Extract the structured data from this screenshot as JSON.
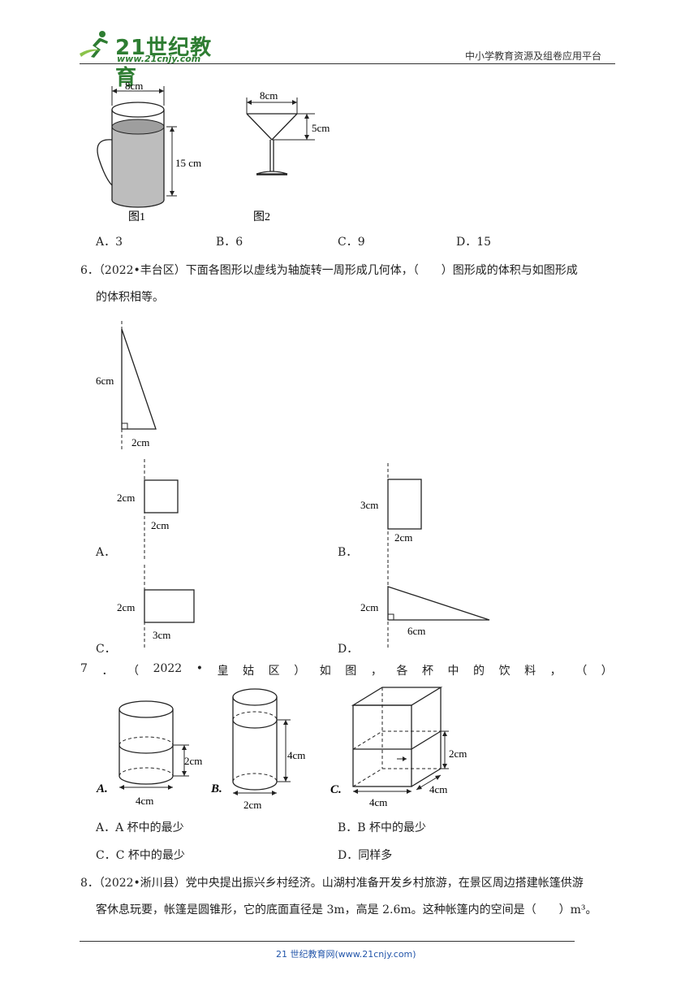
{
  "header": {
    "logo_text": "21世纪教育",
    "logo_url": "www.21cnjy.com",
    "platform": "中小学教育资源及组卷应用平台"
  },
  "q5": {
    "fig1": {
      "width_label": "8cm",
      "height_label": "15 cm",
      "caption": "图1"
    },
    "fig2": {
      "width_label": "8cm",
      "height_label": "5cm",
      "caption": "图2"
    },
    "options": [
      "A．3",
      "B．6",
      "C．9",
      "D．15"
    ]
  },
  "q6": {
    "stem_line1": "6．（2022•丰台区）下面各图形以虚线为轴旋转一周形成几何体，（　　）图形成的体积与如图形成",
    "stem_line2": "的体积相等。",
    "main_fig": {
      "height_label": "6cm",
      "base_label": "2cm"
    },
    "opt_a": {
      "letter": "A．",
      "h": "2cm",
      "w": "2cm"
    },
    "opt_b": {
      "letter": "B．",
      "h": "3cm",
      "w": "2cm"
    },
    "opt_c": {
      "letter": "C．",
      "h": "2cm",
      "w": "3cm"
    },
    "opt_d": {
      "letter": "D．",
      "h": "2cm",
      "w": "6cm"
    }
  },
  "q7": {
    "stem_tokens": [
      "7",
      "．",
      "（",
      "2022",
      "•",
      "皇",
      "姑",
      "区",
      "）",
      "如",
      "图",
      "，",
      "各",
      "杯",
      "中",
      "的",
      "饮",
      "料",
      "，",
      "（",
      "）"
    ],
    "cup_a": {
      "letter": "A.",
      "h": "2cm",
      "w": "4cm"
    },
    "cup_b": {
      "letter": "B.",
      "h": "4cm",
      "w": "2cm"
    },
    "cup_c": {
      "letter": "C.",
      "h": "2cm",
      "w": "4cm",
      "d": "4cm"
    },
    "options": [
      "A．A 杯中的最少",
      "B．B 杯中的最少",
      "C．C 杯中的最少",
      "D．同样多"
    ]
  },
  "q8": {
    "line1": "8．（2022•淅川县）党中央提出振兴乡村经济。山湖村准备开发乡村旅游，在景区周边搭建帐篷供游",
    "line2": "客休息玩要，帐篷是圆锥形，它的底面直径是 3m，高是 2.6m。这种帐篷内的空间是（　　）m³。"
  },
  "footer": {
    "text": "21 世纪教育网(www.21cnjy.com)"
  }
}
